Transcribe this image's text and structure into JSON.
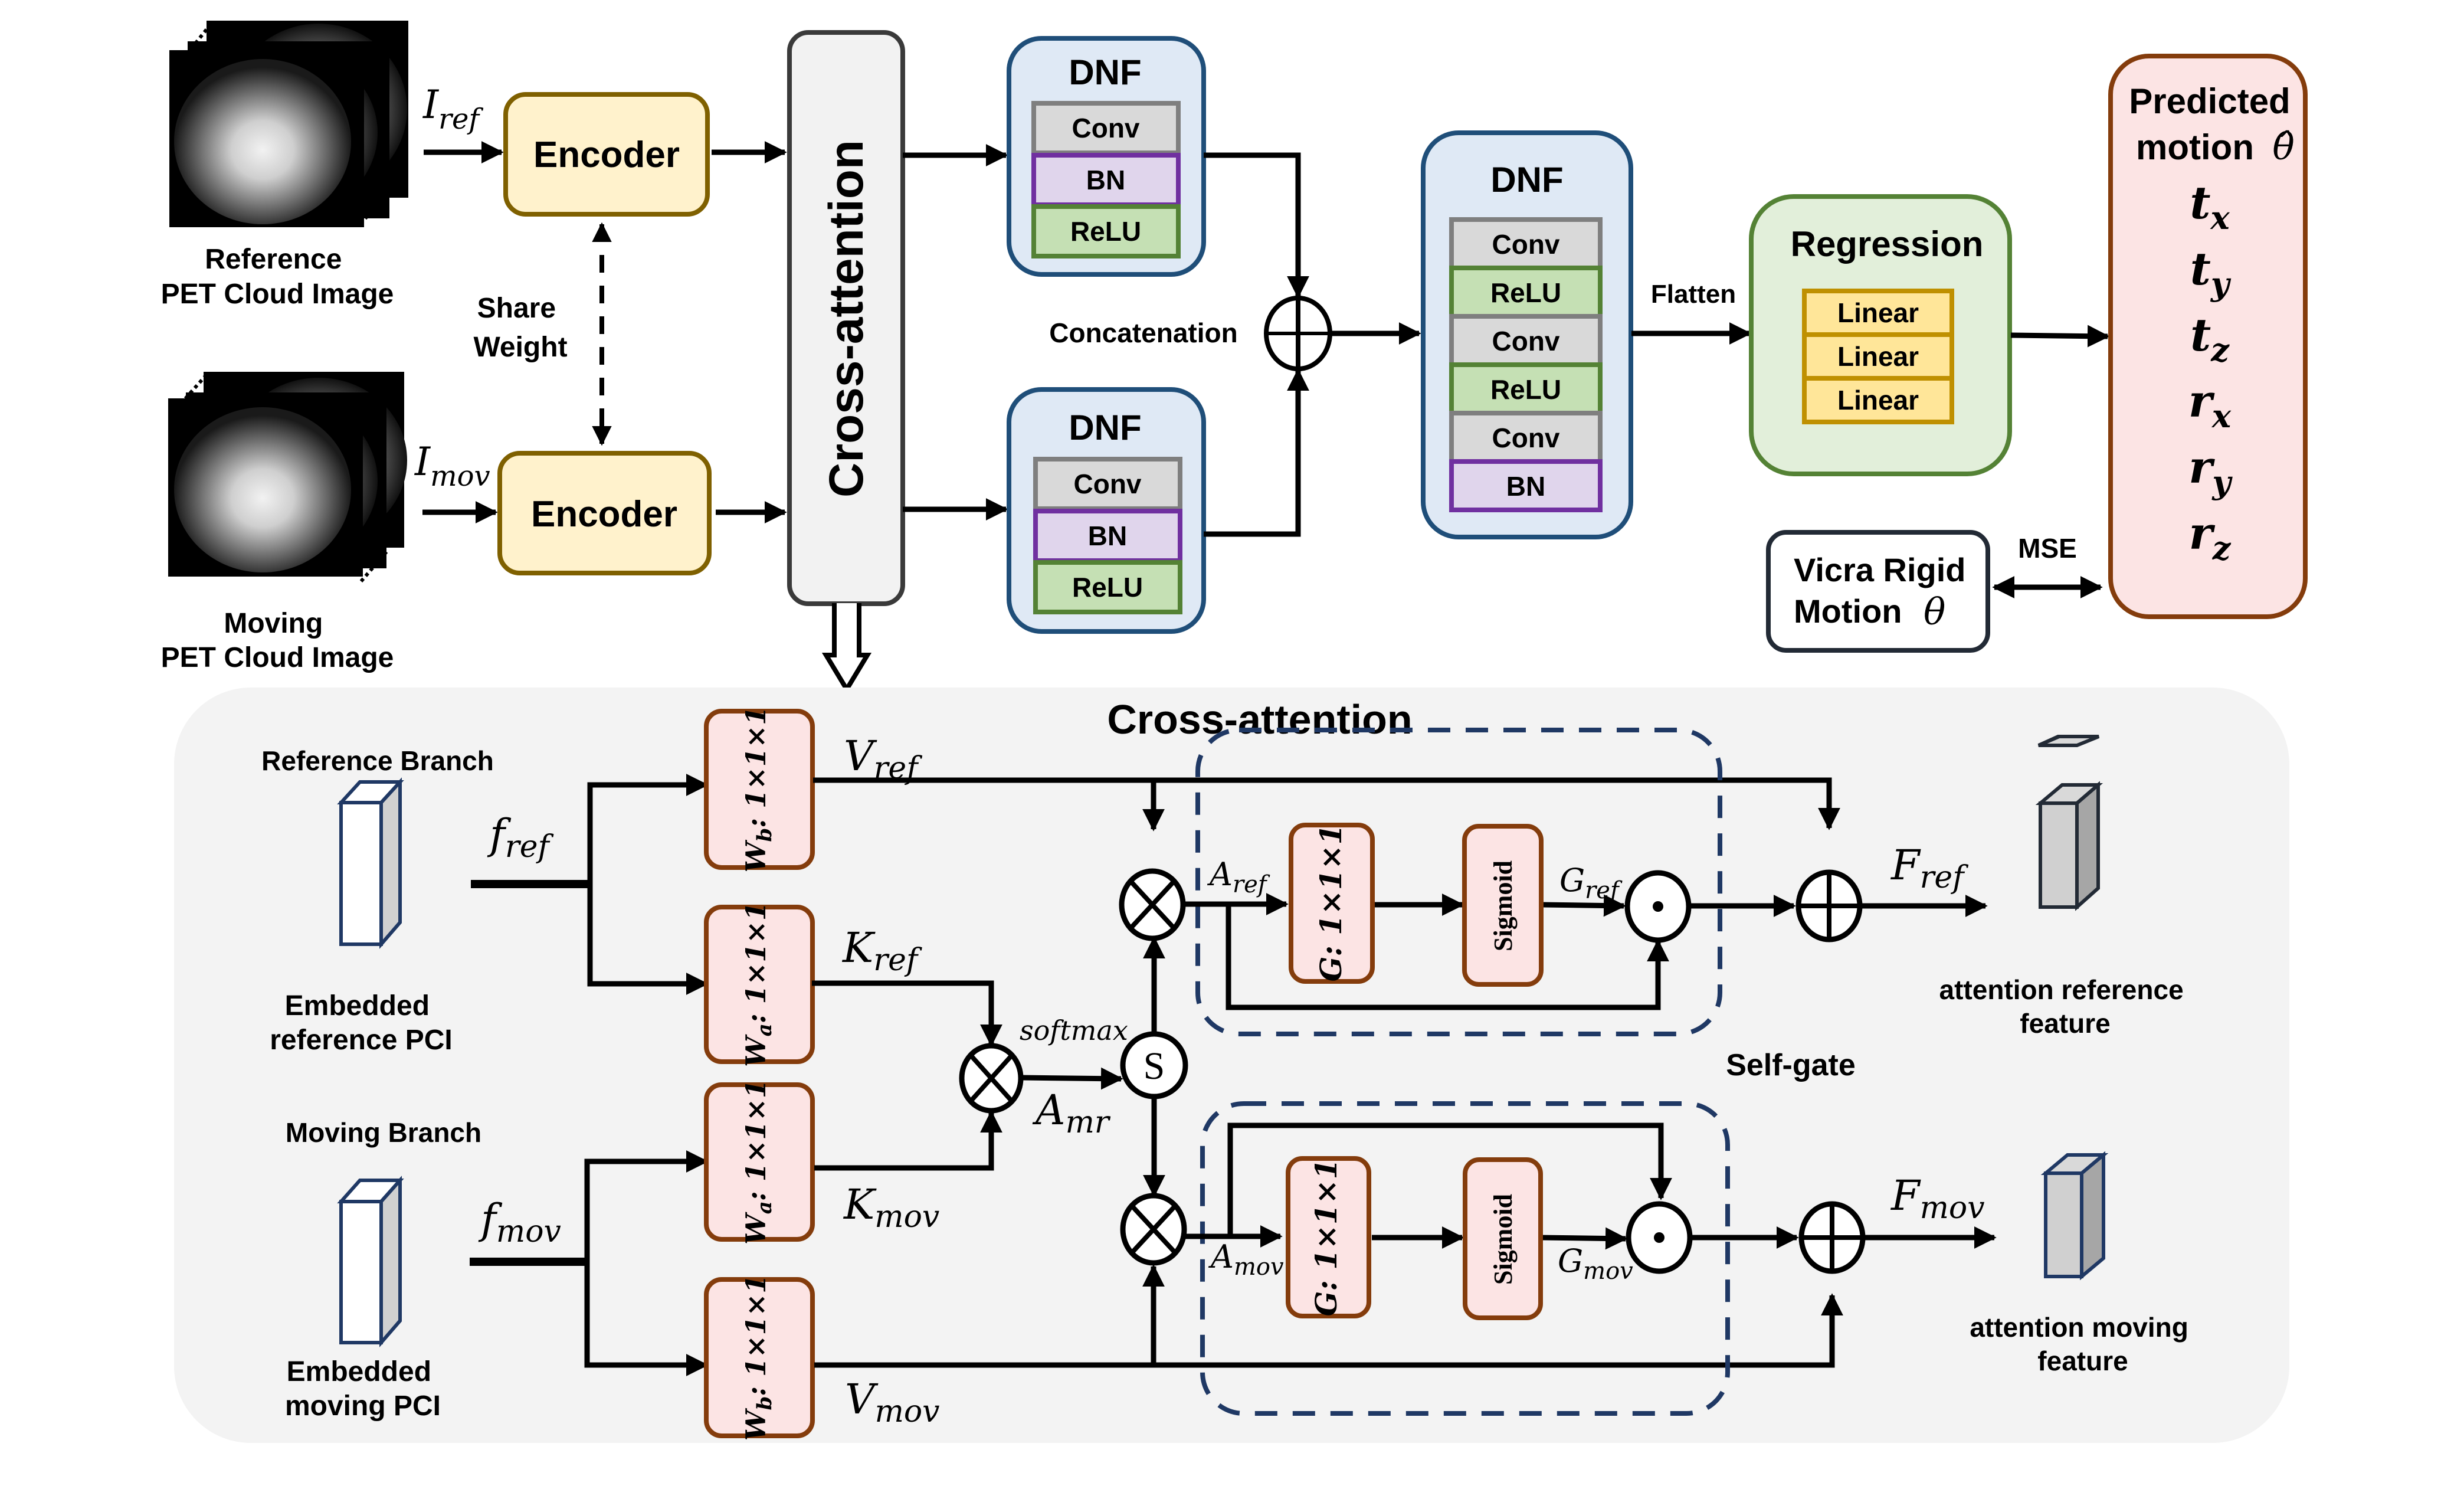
{
  "top": {
    "reference_image_label": [
      "Reference",
      "PET Cloud Image"
    ],
    "moving_image_label": [
      "Moving",
      "PET Cloud Image"
    ],
    "i_ref": {
      "base": "I",
      "sub": "ref"
    },
    "i_mov": {
      "base": "I",
      "sub": "mov"
    },
    "encoder_label": "Encoder",
    "share_weight": [
      "Share",
      "Weight"
    ],
    "cross_attention_label": "Cross-attention",
    "dnf_top": {
      "title": "DNF",
      "layers": [
        "Conv",
        "BN",
        "ReLU"
      ]
    },
    "dnf_bottom": {
      "title": "DNF",
      "layers": [
        "Conv",
        "BN",
        "ReLU"
      ]
    },
    "concatenation_label": "Concatenation",
    "dnf_main": {
      "title": "DNF",
      "layers": [
        "Conv",
        "ReLU",
        "Conv",
        "ReLU",
        "Conv",
        "BN"
      ]
    },
    "flatten_label": "Flatten",
    "regression": {
      "title": "Regression",
      "layers": [
        "Linear",
        "Linear",
        "Linear"
      ]
    },
    "predicted": {
      "title": [
        "Predicted",
        "motion"
      ],
      "theta_hat": "θ̂",
      "params": [
        {
          "base": "t",
          "sub": "x"
        },
        {
          "base": "t",
          "sub": "y"
        },
        {
          "base": "t",
          "sub": "z"
        },
        {
          "base": "r",
          "sub": "x"
        },
        {
          "base": "r",
          "sub": "y"
        },
        {
          "base": "r",
          "sub": "z"
        }
      ]
    },
    "vicra": {
      "lines": [
        "Vicra Rigid",
        "Motion"
      ],
      "theta": "θ"
    },
    "mse_label": "MSE"
  },
  "panel": {
    "title": "Cross-attention",
    "reference_branch": "Reference Branch",
    "moving_branch": "Moving Branch",
    "embedded_ref": [
      "Embedded",
      "reference PCI"
    ],
    "embedded_mov": [
      "Embedded",
      "moving PCI"
    ],
    "f_ref": {
      "base": "f",
      "sub": "ref"
    },
    "f_mov": {
      "base": "f",
      "sub": "mov"
    },
    "wb_label": {
      "w": "W",
      "sub": "b",
      "rest": ": 1×1×1"
    },
    "wa_label": {
      "w": "W",
      "sub": "a",
      "rest": ": 1×1×1"
    },
    "v_ref": {
      "base": "V",
      "sub": "ref"
    },
    "k_ref": {
      "base": "K",
      "sub": "ref"
    },
    "k_mov": {
      "base": "K",
      "sub": "mov"
    },
    "v_mov": {
      "base": "V",
      "sub": "mov"
    },
    "softmax": "softmax",
    "a_mr": {
      "base": "A",
      "sub": "mr"
    },
    "s_symbol": "S",
    "a_ref": {
      "base": "A",
      "sub": "ref"
    },
    "a_mov": {
      "base": "A",
      "sub": "mov"
    },
    "g_label": "G: 1×1×1",
    "sigmoid": "Sigmoid",
    "g_ref": {
      "base": "G",
      "sub": "ref"
    },
    "g_mov": {
      "base": "G",
      "sub": "mov"
    },
    "self_gate": "Self-gate",
    "F_ref": {
      "base": "F",
      "sub": "ref"
    },
    "F_mov": {
      "base": "F",
      "sub": "mov"
    },
    "attn_ref_label": [
      "attention reference",
      "feature"
    ],
    "attn_mov_label": [
      "attention moving",
      "feature"
    ]
  },
  "colors": {
    "encoder_fill": "#fff2cc",
    "encoder_stroke": "#7f6000",
    "dnf_fill": "#dfe9f5",
    "dnf_stroke": "#1f4e79",
    "conv_fill": "#d9d9d9",
    "conv_stroke": "#7f7f7f",
    "bn_fill": "#e0d5ec",
    "bn_stroke": "#7030a0",
    "relu_fill": "#c5e0b4",
    "relu_stroke": "#548235",
    "regression_fill": "#e2efda",
    "regression_stroke": "#548235",
    "linear_fill": "#ffe699",
    "linear_stroke": "#bf9000",
    "predicted_fill": "#fce4e4",
    "predicted_stroke": "#843c0c",
    "panel_fill": "#f3f3f3",
    "weight_fill": "#fce4e4",
    "weight_stroke": "#843c0c",
    "selfgate_stroke": "#1f3864"
  }
}
